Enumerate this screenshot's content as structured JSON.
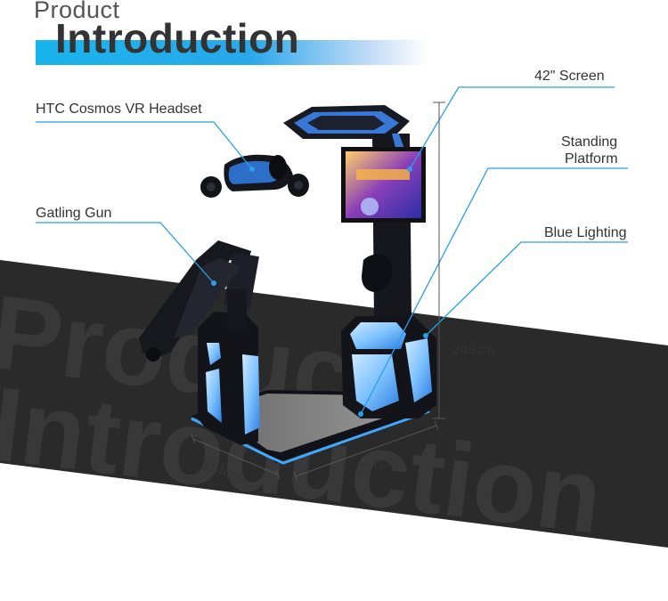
{
  "header": {
    "small": "Product",
    "big": "Introduction"
  },
  "watermark": {
    "line1": "Product",
    "line2": "Introduction"
  },
  "labels": {
    "headset": "HTC Cosmos VR Headset",
    "gun": "Gatling Gun",
    "screen": "42\" Screen",
    "platform_line1": "Standing",
    "platform_line2": "Platform",
    "lighting": "Blue Lighting"
  },
  "dimensions": {
    "height": "243cm",
    "depth": "114cm",
    "width": "237cm"
  },
  "colors": {
    "accent": "#1fb0ec",
    "leader": "#2a9fe8",
    "machine": "#151820",
    "glow": "#3fa8ff"
  }
}
